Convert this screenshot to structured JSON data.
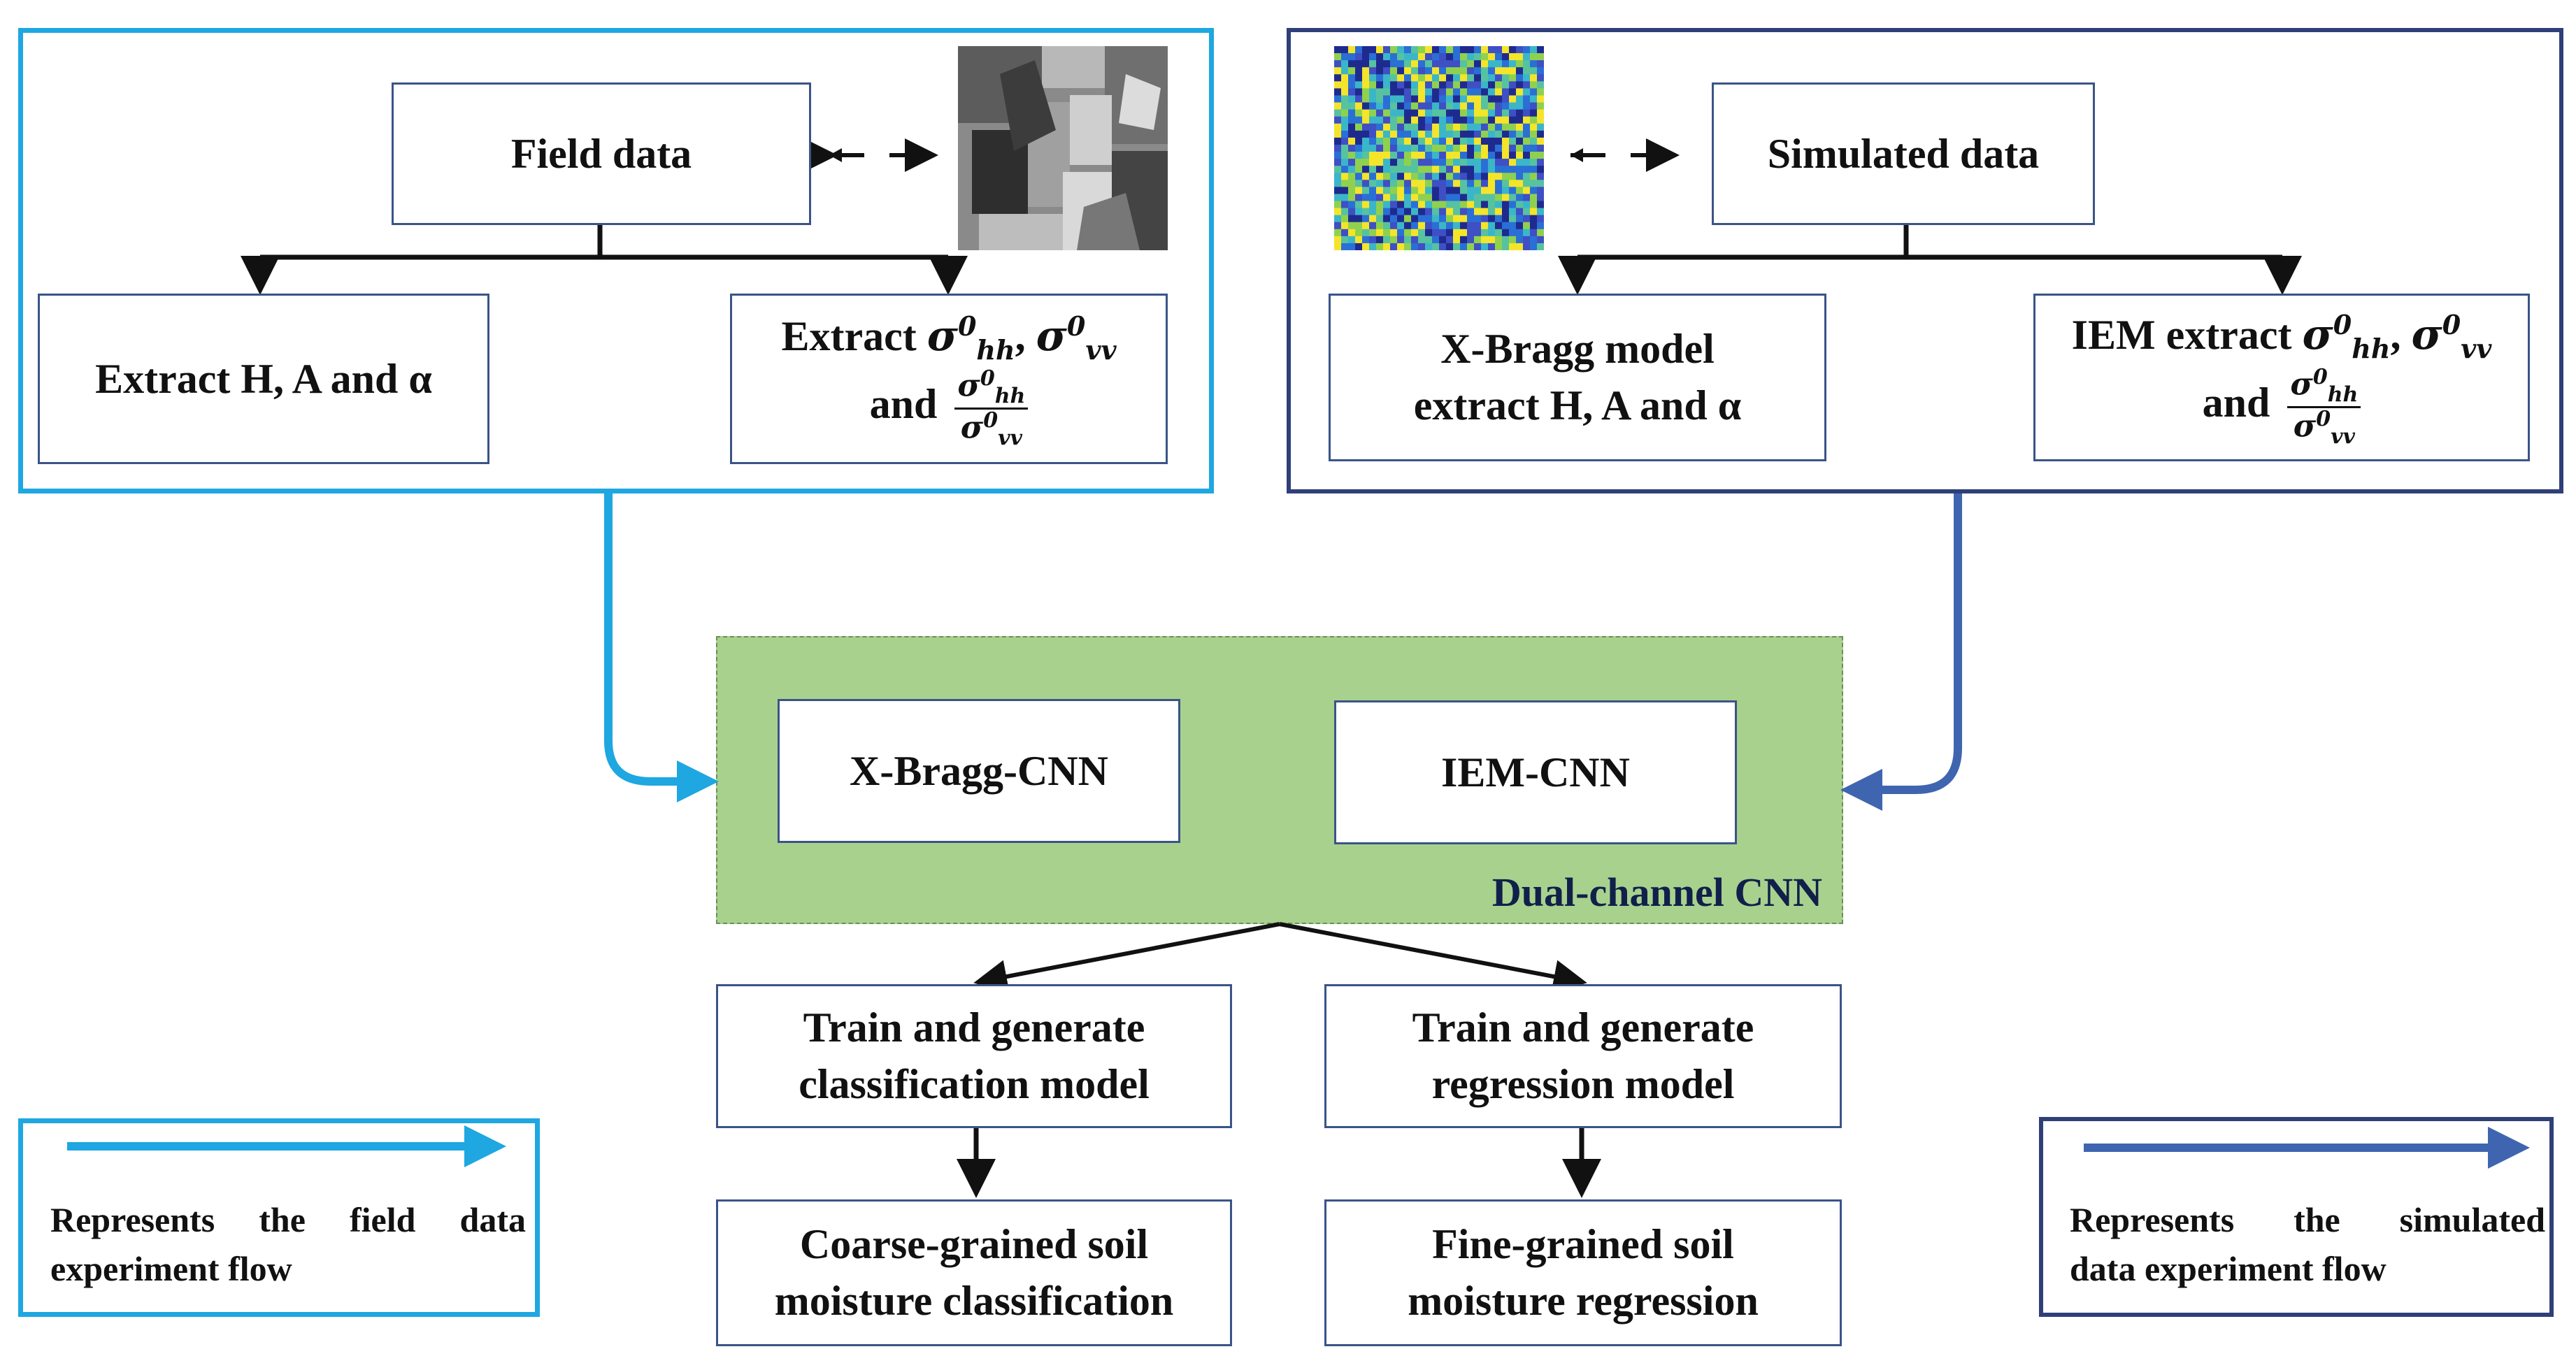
{
  "field": {
    "data_label": "Field data",
    "extract_ha_label": "Extract H, A and α",
    "extract_sigma_prefix": "Extract",
    "sigma_hh": "σ⁰hh",
    "sigma_vv": "σ⁰vv",
    "and_label": "and",
    "ratio_num": "σ⁰hh",
    "ratio_den": "σ⁰vv"
  },
  "simulated": {
    "data_label": "Simulated data",
    "xbragg_line1": "X-Bragg model",
    "xbragg_line2": "extract H, A and α",
    "iem_prefix": "IEM extract",
    "and_label": "and"
  },
  "cnn": {
    "channel1_label": "X-Bragg-CNN",
    "channel2_label": "IEM-CNN",
    "container_label": "Dual-channel CNN"
  },
  "outputs": {
    "classification_train_line1": "Train and generate",
    "classification_train_line2": "classification model",
    "regression_train_line1": "Train and generate",
    "regression_train_line2": "regression model",
    "coarse_line1": "Coarse-grained soil",
    "coarse_line2": "moisture classification",
    "fine_line1": "Fine-grained soil",
    "fine_line2": "moisture regression"
  },
  "legend": {
    "field_text_line1": "Represents the field data",
    "field_text_line2": "experiment flow",
    "sim_text_line1": "Represents the simulated",
    "sim_text_line2": "data experiment flow"
  },
  "colors": {
    "field_flow": "#1ea7e1",
    "sim_flow": "#3f65b0",
    "sim_panel_border": "#2f3f78",
    "cnn_fill": "#a9d18e",
    "box_border": "#3a5488"
  }
}
